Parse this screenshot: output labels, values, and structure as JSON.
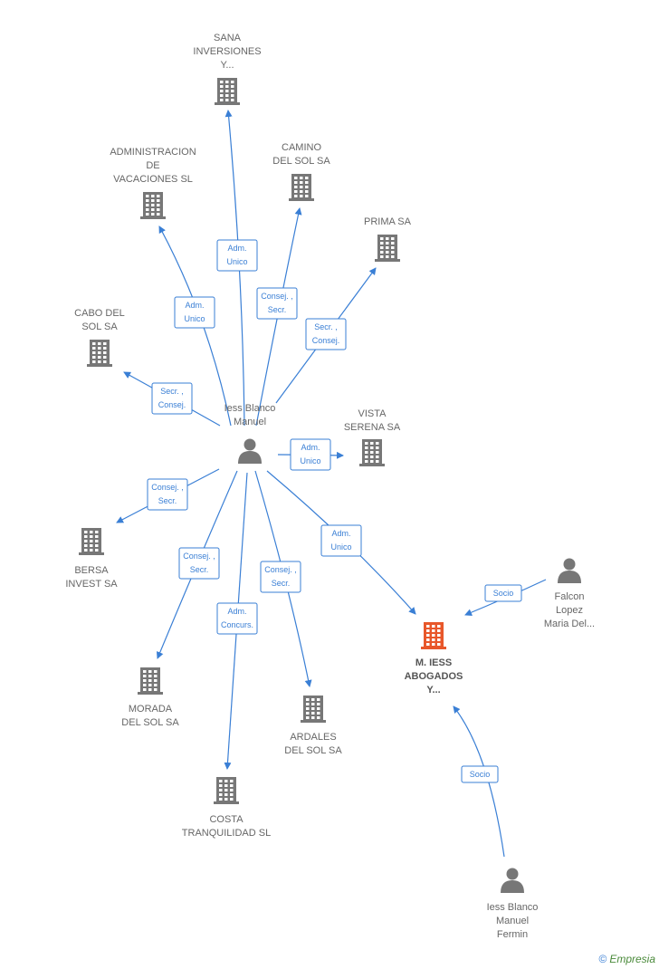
{
  "colors": {
    "edge": "#3a7fd5",
    "company": "#777777",
    "highlight": "#e8572a",
    "person": "#777777"
  },
  "nodes": [
    {
      "id": "sana",
      "type": "company",
      "lines": [
        "SANA",
        "INVERSIONES",
        "Y..."
      ]
    },
    {
      "id": "admin",
      "type": "company",
      "lines": [
        "ADMINISTRACION",
        "DE",
        "VACACIONES SL"
      ]
    },
    {
      "id": "camino",
      "type": "company",
      "lines": [
        "CAMINO",
        "DEL SOL SA"
      ]
    },
    {
      "id": "prima",
      "type": "company",
      "lines": [
        "PRIMA SA"
      ]
    },
    {
      "id": "cabo",
      "type": "company",
      "lines": [
        "CABO DEL",
        "SOL SA"
      ]
    },
    {
      "id": "vista",
      "type": "company",
      "lines": [
        "VISTA",
        "SERENA SA"
      ]
    },
    {
      "id": "iess",
      "type": "person",
      "lines": [
        "Iess Blanco",
        "Manuel"
      ]
    },
    {
      "id": "bersa",
      "type": "company",
      "lines": [
        "BERSA",
        "INVEST SA"
      ]
    },
    {
      "id": "falcon",
      "type": "person",
      "lines": [
        "Falcon",
        "Lopez",
        "Maria Del..."
      ]
    },
    {
      "id": "miess",
      "type": "company_main",
      "lines": [
        "M. IESS",
        "ABOGADOS",
        "Y..."
      ]
    },
    {
      "id": "morada",
      "type": "company",
      "lines": [
        "MORADA",
        "DEL SOL SA"
      ]
    },
    {
      "id": "ardales",
      "type": "company",
      "lines": [
        "ARDALES",
        "DEL SOL SA"
      ]
    },
    {
      "id": "costa",
      "type": "company",
      "lines": [
        "COSTA",
        "TRANQUILIDAD SL"
      ]
    },
    {
      "id": "fermin",
      "type": "person",
      "lines": [
        "Iess Blanco",
        "Manuel",
        "Fermin"
      ]
    }
  ],
  "edges": [
    {
      "id": "e-sana",
      "label": [
        "Adm.",
        "Unico"
      ]
    },
    {
      "id": "e-admin",
      "label": [
        "Adm.",
        "Unico"
      ]
    },
    {
      "id": "e-camino",
      "label": [
        "Consej. ,",
        "Secr."
      ]
    },
    {
      "id": "e-prima",
      "label": [
        "Secr. ,",
        "Consej."
      ]
    },
    {
      "id": "e-cabo",
      "label": [
        "Secr. ,",
        "Consej."
      ]
    },
    {
      "id": "e-vista",
      "label": [
        "Adm.",
        "Unico"
      ]
    },
    {
      "id": "e-bersa",
      "label": [
        "Consej. ,",
        "Secr."
      ]
    },
    {
      "id": "e-morada",
      "label": [
        "Consej. ,",
        "Secr."
      ]
    },
    {
      "id": "e-costa",
      "label": [
        "Adm.",
        "Concurs."
      ]
    },
    {
      "id": "e-ardales",
      "label": [
        "Consej. ,",
        "Secr."
      ]
    },
    {
      "id": "e-miess",
      "label": [
        "Adm.",
        "Unico"
      ]
    },
    {
      "id": "e-falcon",
      "label": [
        "Socio"
      ]
    },
    {
      "id": "e-fermin",
      "label": [
        "Socio"
      ]
    }
  ],
  "credit": {
    "symbol": "©",
    "brand": "Empresia"
  }
}
